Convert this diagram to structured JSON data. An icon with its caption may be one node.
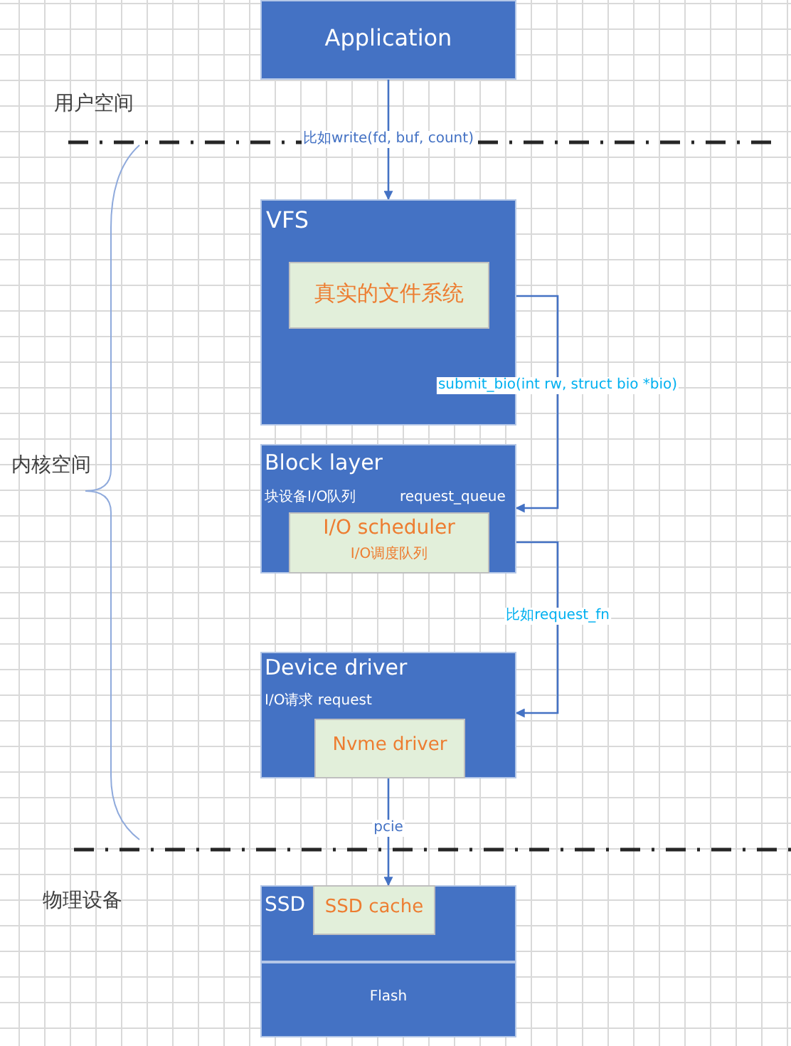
{
  "diagram": {
    "nodes": [
      {
        "text": [
          "Application"
        ]
      },
      {
        "text": [
          "VFS"
        ]
      },
      {
        "text": [
          "真实的文件系统"
        ],
        "in": 1
      },
      {
        "text": [
          "Block layer",
          "块设备I/O队列",
          "request_queue"
        ]
      },
      {
        "text": [
          "I/O scheduler",
          "I/O调度队列"
        ],
        "in": 3
      },
      {
        "text": [
          "Device driver",
          "I/O请求 request"
        ]
      },
      {
        "text": [
          "Nvme driver"
        ],
        "in": 5
      },
      {
        "text": [
          "SSD"
        ]
      },
      {
        "text": [
          "SSD cache"
        ],
        "in": 7
      },
      {
        "text": [
          "Flash"
        ]
      }
    ],
    "edges": [
      {
        "from": 0,
        "to": 1,
        "arrow": "to",
        "label": "比如write(fd, buf, count)"
      },
      {
        "from": 1,
        "to": 3,
        "arrow": "to",
        "label": "submit_bio(int rw, struct bio *bio)"
      },
      {
        "from": 3,
        "to": 5,
        "arrow": "to",
        "label": "比如request_fn"
      },
      {
        "from": 6,
        "to": 7,
        "arrow": "to",
        "label": "pcie"
      }
    ],
    "labels": [
      "用户空间",
      "内核空间",
      "物理设备"
    ]
  }
}
